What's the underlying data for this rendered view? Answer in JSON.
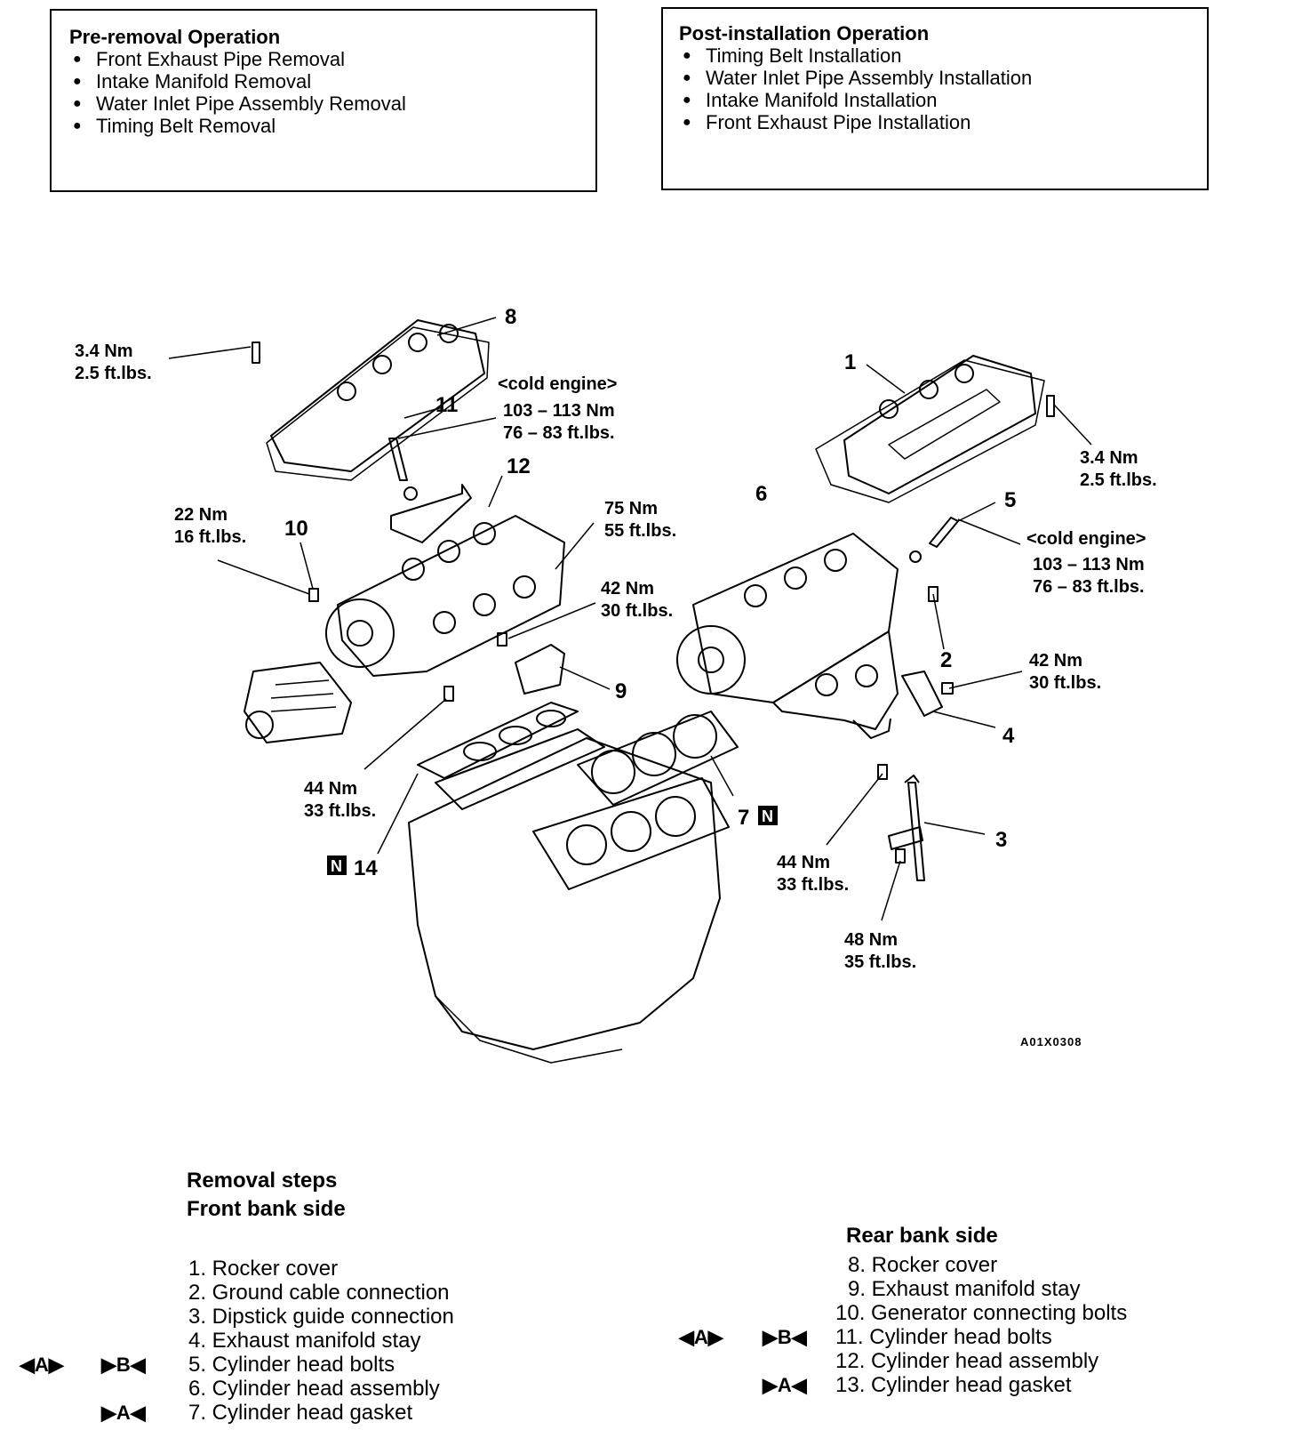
{
  "pre_removal": {
    "title": "Pre-removal Operation",
    "items": [
      "Front Exhaust Pipe Removal",
      "Intake Manifold Removal",
      "Water Inlet Pipe Assembly Removal",
      "Timing Belt Removal"
    ]
  },
  "post_installation": {
    "title": "Post-installation Operation",
    "items": [
      "Timing Belt Installation",
      "Water Inlet Pipe Assembly Installation",
      "Intake Manifold Installation",
      "Front Exhaust Pipe Installation"
    ]
  },
  "callouts": {
    "n1": "1",
    "n2": "2",
    "n3": "3",
    "n4": "4",
    "n5": "5",
    "n6": "6",
    "n7": "7",
    "n8": "8",
    "n9": "9",
    "n10": "10",
    "n11": "11",
    "n12": "12",
    "n14": "14",
    "n_badge": "N"
  },
  "torques": {
    "t_8_nm": "3.4 Nm",
    "t_8_ft": "2.5 ft.lbs.",
    "t_1_nm": "3.4 Nm",
    "t_1_ft": "2.5 ft.lbs.",
    "t_11_cold": "<cold engine>",
    "t_11_nm": "103 – 113 Nm",
    "t_11_ft": "76 – 83 ft.lbs.",
    "t_5_cold": "<cold engine>",
    "t_5_nm": "103 – 113 Nm",
    "t_5_ft": "76 – 83 ft.lbs.",
    "t_10_nm": "22 Nm",
    "t_10_ft": "16 ft.lbs.",
    "t_12_nm": "75 Nm",
    "t_12_ft": "55 ft.lbs.",
    "t_9_nm": "42 Nm",
    "t_9_ft": "30 ft.lbs.",
    "t_4_nm": "42 Nm",
    "t_4_ft": "30 ft.lbs.",
    "t_front_low_nm": "44 Nm",
    "t_front_low_ft": "33 ft.lbs.",
    "t_rear_low_nm": "44 Nm",
    "t_rear_low_ft": "33 ft.lbs.",
    "t_3_nm": "48 Nm",
    "t_3_ft": "35 ft.lbs."
  },
  "figure_code": "A01X0308",
  "removal": {
    "heading": "Removal steps",
    "front_heading": "Front bank side",
    "rear_heading": "Rear bank side",
    "front_steps": [
      "1. Rocker cover",
      "2. Ground cable connection",
      "3. Dipstick guide connection",
      "4. Exhaust manifold stay",
      "5. Cylinder head bolts",
      "6. Cylinder head assembly",
      "7. Cylinder head gasket"
    ],
    "rear_steps": [
      "8. Rocker cover",
      "9. Exhaust manifold stay",
      "10. Generator connecting bolts",
      "11. Cylinder head bolts",
      "12. Cylinder head assembly",
      "13. Cylinder head gasket"
    ],
    "mark_a": "◀A▶",
    "mark_b": "▶B◀",
    "mark_a_inst": "▶A◀"
  }
}
